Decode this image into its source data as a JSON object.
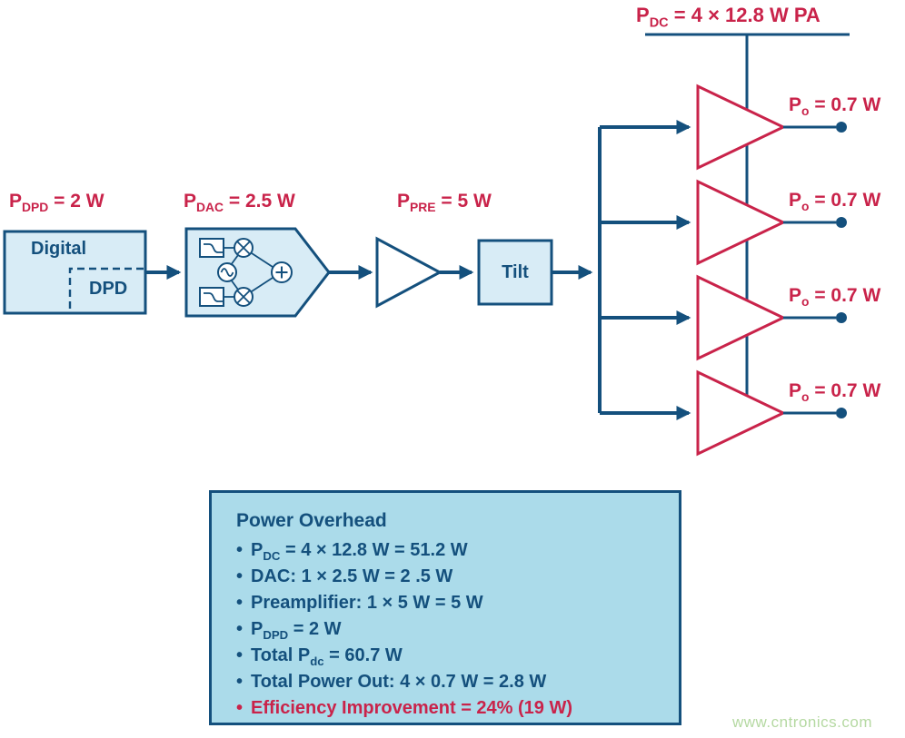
{
  "colors": {
    "blue": "#14507d",
    "red": "#c9234a",
    "block-fill": "#d8ecf6",
    "info-fill": "#abdbea",
    "watermark": "#b5d9a2"
  },
  "labels": {
    "pa_supply": {
      "pre": "P",
      "sub": "DC",
      "post": " = 4 × 12.8 W PA"
    },
    "dpd_power": {
      "pre": "P",
      "sub": "DPD",
      "post": " = 2 W"
    },
    "dac_power": {
      "pre": "P",
      "sub": "DAC",
      "post": " = 2.5 W"
    },
    "pre_power": {
      "pre": "P",
      "sub": "PRE",
      "post": " = 5 W"
    },
    "output": {
      "pre": "P",
      "sub": "o",
      "post": " = 0.7 W"
    }
  },
  "blocks": {
    "digital": "Digital",
    "dpd": "DPD",
    "tilt": "Tilt"
  },
  "icons": {
    "lowpass_filter": "lowpass-filter-icon",
    "mixer": "mixer-icon",
    "oscillator": "oscillator-icon",
    "summer": "summer-icon"
  },
  "info_box": {
    "title": "Power Overhead",
    "bullet": "•",
    "items": [
      {
        "pre": "P",
        "sub": "DC",
        "post": " = 4 × 12.8 W = 51.2 W"
      },
      {
        "pre": "DAC: 1 × 2.5 W = 2 .5 W"
      },
      {
        "pre": "Preamplifier: 1 × 5 W = 5 W"
      },
      {
        "pre": "P",
        "sub": "DPD",
        "post": " = 2 W"
      },
      {
        "pre": "Total P",
        "sub": "dc",
        "post": " = 60.7 W"
      },
      {
        "pre": "Total Power Out: 4 × 0.7 W = 2.8 W"
      },
      {
        "pre": "Efficiency Improvement = 24% (19 W)",
        "highlight": true
      }
    ]
  },
  "watermark": "www.cntronics.com"
}
